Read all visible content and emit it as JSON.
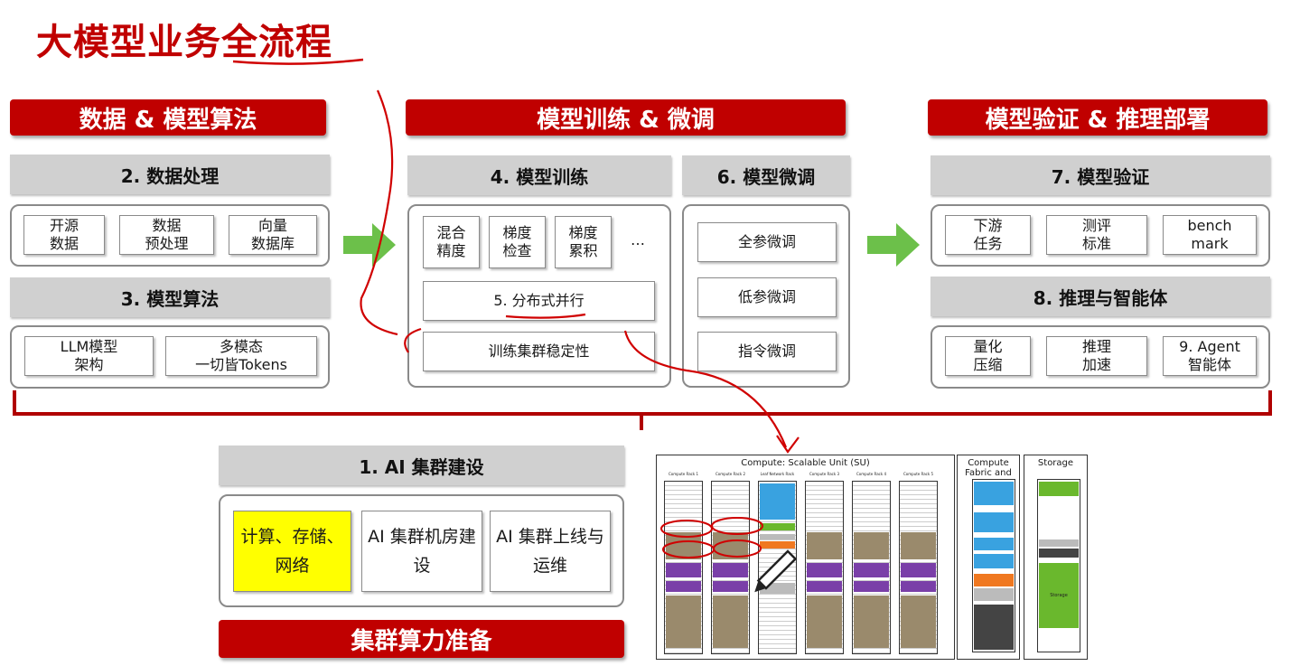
{
  "title": "大模型业务全流程",
  "sections": {
    "data_algo": "数据 & 模型算法",
    "train_tune": "模型训练 & 微调",
    "verify_deploy": "模型验证 & 推理部署"
  },
  "steps": {
    "s2": {
      "label": "2. 数据处理",
      "items": [
        "开源\n数据",
        "数据\n预处理",
        "向量\n数据库"
      ]
    },
    "s3": {
      "label": "3. 模型算法",
      "items": [
        "LLM模型\n架构",
        "多模态\n一切皆Tokens"
      ]
    },
    "s4": {
      "label": "4. 模型训练",
      "items": [
        "混合\n精度",
        "梯度\n检查",
        "梯度\n累积"
      ],
      "ellipsis": "…",
      "s5": "5. 分布式并行",
      "stability": "训练集群稳定性"
    },
    "s6": {
      "label": "6. 模型微调",
      "items": [
        "全参微调",
        "低参微调",
        "指令微调"
      ]
    },
    "s7": {
      "label": "7. 模型验证",
      "items": [
        "下游\n任务",
        "测评\n标准",
        "bench\nmark"
      ]
    },
    "s8": {
      "label": "8. 推理与智能体",
      "items": [
        "量化\n压缩",
        "推理\n加速",
        "9. Agent\n智能体"
      ]
    },
    "s1": {
      "label": "1. AI 集群建设",
      "items": [
        "计算、存储、\n网络",
        "AI 集群机房建\n设",
        "AI 集群上线与\n运维"
      ]
    }
  },
  "bottom_bar": "集群算力准备",
  "cluster_diagram": {
    "title": "Compute: Scalable Unit (SU)",
    "racks": [
      "Compute Rack 1",
      "Compute Rack 2",
      "Leaf Network Rack",
      "Compute Rack 3",
      "Compute Rack 4",
      "Compute Rack 5"
    ],
    "fabric_title": "Compute Fabric and Mgmt",
    "storage_title": "Storage",
    "storage_label": "Storage"
  },
  "colors": {
    "accent_red": "#c00000",
    "gray_bar": "#d0d0d0",
    "highlight_yellow": "#ffff00",
    "arrow_green": "#6cc04a"
  }
}
